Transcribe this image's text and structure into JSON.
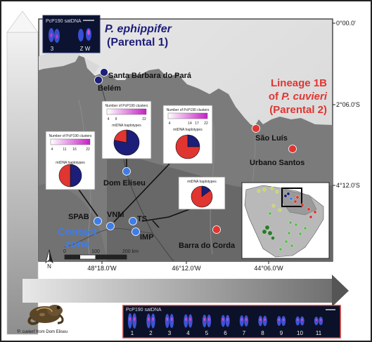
{
  "coords": {
    "lat": [
      "0°00.0'",
      "2°06.0'S",
      "4°12.0'S"
    ],
    "lon": [
      "48°18.0'W",
      "46°12.0'W",
      "44°06.0'W"
    ]
  },
  "titles": {
    "ephippifer_species": "P. ephippifer",
    "ephippifer_role": "(Parental 1)",
    "cuvieri_lineage": "Lineage 1B",
    "cuvieri_of": "of ",
    "cuvieri_species": "P. cuvieri",
    "cuvieri_role": "(Parental 2)"
  },
  "localities": {
    "santa_barbara": "Santa Bárbara do Pará",
    "belem": "Belém",
    "sao_luis": "São Luís",
    "urbano_santos": "Urbano Santos",
    "dom_eliseu": "Dom Eliseu",
    "spab": "SPAB",
    "vnm": "VNM",
    "ts": "TS",
    "imp": "IMP",
    "barra_do_corda": "Barra do Corda"
  },
  "contact_zone": [
    "Contact",
    "zone"
  ],
  "scale": {
    "zero": "0",
    "mid": "100",
    "end": "200 km"
  },
  "north": "N",
  "legends": {
    "clusters_title": "Number of PcP190 clusters",
    "mtdna_title": "mtDNA haplotypes",
    "inset_a": [
      "4",
      "11",
      "16",
      "22"
    ],
    "inset_b": [
      "4",
      "9",
      "22"
    ],
    "inset_c": [
      "4",
      "14",
      "17",
      "22"
    ]
  },
  "karyotypes": {
    "top_label": "PcP190 satDNA",
    "top_chromosomes": [
      "3",
      "Z W"
    ],
    "bottom_label": "PcP190 satDNA",
    "bottom_chromosomes": [
      "1",
      "2",
      "3",
      "4",
      "5",
      "6",
      "7",
      "8",
      "9",
      "10",
      "11"
    ]
  },
  "frog_caption": "'P. cuvieri' from Dom Eliseu",
  "colors": {
    "p_ephippifer": "#1c1e7a",
    "p_cuvieri": "#e03530",
    "hybrid": "#3f7de6",
    "cuvieri_title": "#e03530",
    "ephippifer_title": "#1c1e7a",
    "contact_zone": "#3f7de6",
    "cluster_gradient_low": "#ffffff",
    "cluster_gradient_high": "#c61fc6"
  },
  "pie_charts": [
    {
      "site": "SPAB",
      "slices": [
        {
          "label": "P. ephippifer",
          "value": 0.5
        },
        {
          "label": "P. cuvieri",
          "value": 0.5
        }
      ]
    },
    {
      "site": "VNM",
      "slices": [
        {
          "label": "P. ephippifer",
          "value": 0.78
        },
        {
          "label": "P. cuvieri",
          "value": 0.22
        }
      ]
    },
    {
      "site": "TS",
      "slices": [
        {
          "label": "P. ephippifer",
          "value": 0.25
        },
        {
          "label": "P. cuvieri",
          "value": 0.75
        }
      ]
    },
    {
      "site": "IMP",
      "slices": [
        {
          "label": "P. ephippifer",
          "value": 0.15
        },
        {
          "label": "P. cuvieri",
          "value": 0.85
        }
      ]
    }
  ]
}
